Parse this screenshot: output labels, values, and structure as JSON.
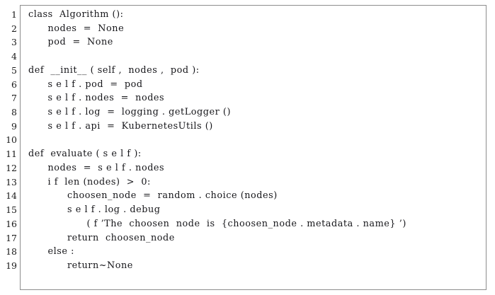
{
  "listing": {
    "language": "python",
    "frame": {
      "border_color": "#8d8d8d",
      "background": "#ffffff",
      "text_color": "#16161a"
    },
    "line_numbers": [
      "1",
      "2",
      "3",
      "4",
      "5",
      "6",
      "7",
      "8",
      "9",
      "10",
      "11",
      "12",
      "13",
      "14",
      "15",
      "16",
      "17",
      "18",
      "19"
    ],
    "lines": [
      {
        "number": "1",
        "indent": 0,
        "text": "class  Algorithm ():"
      },
      {
        "number": "2",
        "indent": 1,
        "text": "nodes  =  None"
      },
      {
        "number": "3",
        "indent": 1,
        "text": "pod  =  None"
      },
      {
        "number": "4",
        "indent": 0,
        "text": ""
      },
      {
        "number": "5",
        "indent": 0,
        "text": "def  __init__ ( self ,  nodes ,  pod ):"
      },
      {
        "number": "6",
        "indent": 1,
        "text": "s e l f . pod  =  pod"
      },
      {
        "number": "7",
        "indent": 1,
        "text": "s e l f . nodes  =  nodes"
      },
      {
        "number": "8",
        "indent": 1,
        "text": "s e l f . log  =  logging . getLogger ()"
      },
      {
        "number": "9",
        "indent": 1,
        "text": "s e l f . api  =  KubernetesUtils ()"
      },
      {
        "number": "10",
        "indent": 0,
        "text": ""
      },
      {
        "number": "11",
        "indent": 0,
        "text": "def  evaluate ( s e l f ):"
      },
      {
        "number": "12",
        "indent": 1,
        "text": "nodes  =  s e l f . nodes"
      },
      {
        "number": "13",
        "indent": 1,
        "text": "i f  len (nodes)  >  0:"
      },
      {
        "number": "14",
        "indent": 2,
        "text": "choosen_node  =  random . choice (nodes)"
      },
      {
        "number": "15",
        "indent": 2,
        "text": "s e l f . log . debug"
      },
      {
        "number": "16",
        "indent": 3,
        "text": "( f ’The  choosen  node  is  {choosen_node . metadata . name} ’)"
      },
      {
        "number": "17",
        "indent": 2,
        "text": "return  choosen_node"
      },
      {
        "number": "18",
        "indent": 1,
        "text": "else :"
      },
      {
        "number": "19",
        "indent": 2,
        "text": "return~None"
      }
    ]
  }
}
